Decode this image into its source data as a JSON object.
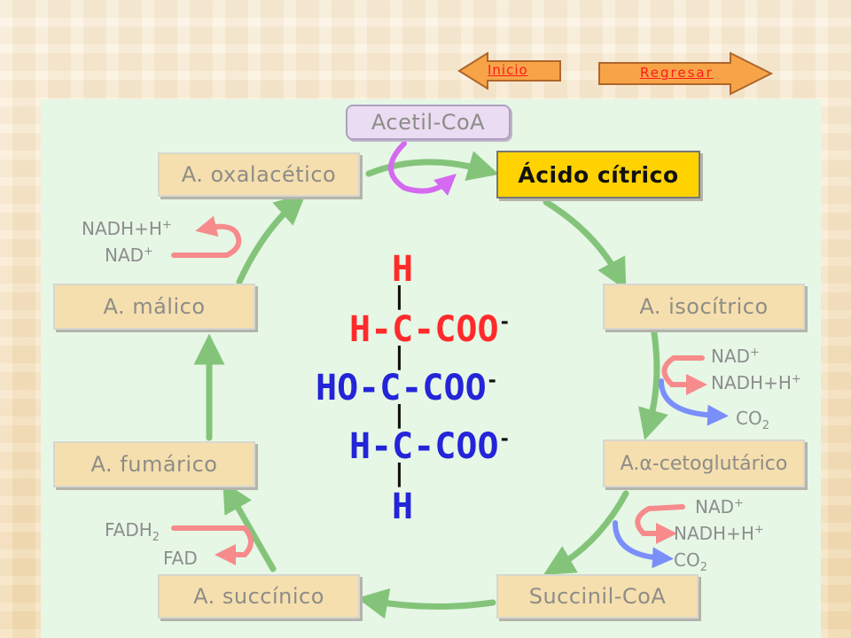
{
  "nav": {
    "inicio": "Inicio",
    "regresar": "Regresar"
  },
  "colors": {
    "cycle_arrow": "#84c47a",
    "acetil_arrow": "#d46af0",
    "nad_arrow": "#f78b8b",
    "co2_arrow": "#7b8ffb",
    "citric_box": "#ffd200"
  },
  "cycle": {
    "acetil": "Acetil-CoA",
    "citrico": "Ácido cítrico",
    "isocitrico": "A. isocítrico",
    "cetoglutarico": "A.α-cetoglutárico",
    "succinil": "Succinil-CoA",
    "succinico": "A. succínico",
    "fumarico": "A. fumárico",
    "malico": "A. málico",
    "oxalacetico": "A. oxalacético"
  },
  "cofactors": {
    "left_top": {
      "a": "NADH+H",
      "a_sup": "+",
      "b": "NAD",
      "b_sup": "+"
    },
    "left_bottom": {
      "a": "FADH",
      "a_sub": "2",
      "b": "FAD"
    },
    "right_top": {
      "a": "NAD",
      "a_sup": "+",
      "b": "NADH+H",
      "b_sup": "+",
      "c": "CO",
      "c_sub": "2"
    },
    "right_bottom": {
      "a": "NAD",
      "a_sup": "+",
      "b": "NADH+H",
      "b_sup": "+",
      "c": "CO",
      "c_sub": "2"
    }
  },
  "molecule": {
    "h_top": "H",
    "row1": {
      "left": "H-C-",
      "right": "COO",
      "charge": "-"
    },
    "row2": {
      "left": "HO-C-",
      "right": "COO",
      "charge": "-"
    },
    "row3": {
      "left": "H-C-",
      "right": "COO",
      "charge": "-"
    },
    "h_bottom": "H",
    "bond": "|"
  }
}
